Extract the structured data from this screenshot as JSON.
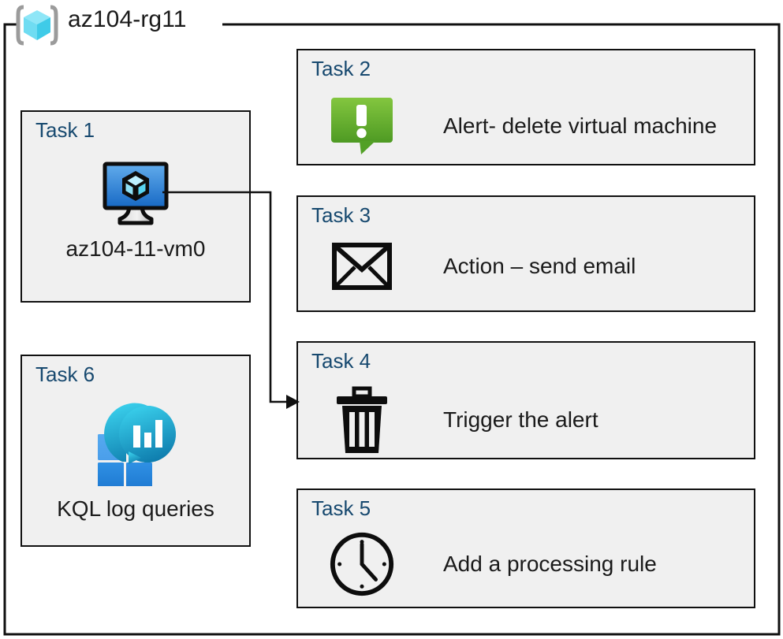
{
  "resource_group": {
    "title": "az104-rg11",
    "icon": "resource-group-cube-icon"
  },
  "colors": {
    "task_label": "#17496f",
    "card_fill": "#f0f0f0",
    "card_border": "#101010",
    "alert_green_light": "#7ac143",
    "alert_green_dark": "#4e9a23",
    "vm_blue_light": "#5da9e8",
    "vm_blue_dark": "#1565c0",
    "log_square_light": "#4fa3ef",
    "log_square_dark": "#2083d8",
    "log_teardrop_light": "#32c9e8",
    "log_teardrop_dark": "#0f7cab",
    "rg_cube_light": "#9ee8f7",
    "rg_cube_dark": "#35d3ef",
    "bracket_gray": "#9b9b9b"
  },
  "tasks": [
    {
      "id": "task1",
      "label": "Task 1",
      "text": "az104-11-vm0",
      "icon": "virtual-machine-icon",
      "orientation": "vertical"
    },
    {
      "id": "task2",
      "label": "Task 2",
      "text": "Alert- delete virtual machine",
      "icon": "alert-bubble-icon",
      "orientation": "horizontal"
    },
    {
      "id": "task3",
      "label": "Task 3",
      "text": "Action – send email",
      "icon": "envelope-icon",
      "orientation": "horizontal"
    },
    {
      "id": "task4",
      "label": "Task 4",
      "text": "Trigger the alert",
      "icon": "trash-can-icon",
      "orientation": "horizontal"
    },
    {
      "id": "task5",
      "label": "Task 5",
      "text": "Add a processing rule",
      "icon": "clock-icon",
      "orientation": "horizontal"
    },
    {
      "id": "task6",
      "label": "Task 6",
      "text": "KQL log queries",
      "icon": "log-analytics-icon",
      "orientation": "vertical"
    }
  ],
  "connectors": [
    {
      "name": "vm-to-trigger-alert",
      "from": "task1-vm-icon",
      "to": "task4-card",
      "arrow": "right"
    }
  ]
}
